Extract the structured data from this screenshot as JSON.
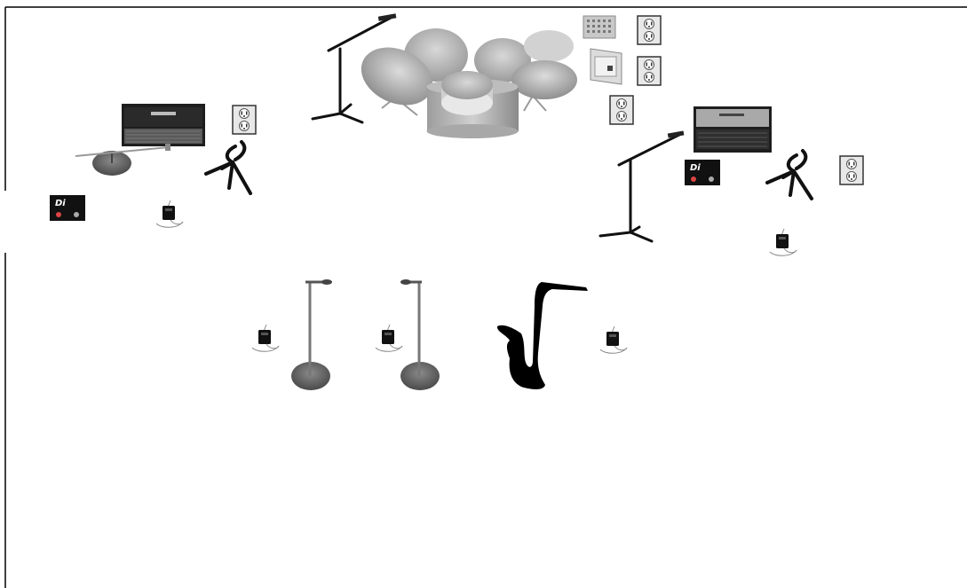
{
  "stage_plot": {
    "background": "#ffffff",
    "di_box_label": "Di",
    "colors": {
      "frame": "#000000",
      "outlet": "#e8e8e8",
      "cymbal": "#b9b9b9",
      "drum": "#c9c9c9",
      "amp": "#1e1e1e",
      "sax": "#000000",
      "stand_base": "#6a6a6a"
    },
    "items": [
      {
        "kind": "drum-kit",
        "icon": "drum-kit-icon"
      },
      {
        "kind": "boom-mic-stand",
        "icon": "boom-mic-stand-icon",
        "count": 2
      },
      {
        "kind": "guitar-amp",
        "icon": "amp-icon",
        "count": 2
      },
      {
        "kind": "di-box",
        "icon": "di-box-icon",
        "count": 2
      },
      {
        "kind": "power-outlet",
        "icon": "outlet-icon",
        "count": 5
      },
      {
        "kind": "guitar-stand",
        "icon": "guitar-stand-icon",
        "count": 2
      },
      {
        "kind": "wireless-bodypack",
        "icon": "bodypack-icon",
        "count": 5
      },
      {
        "kind": "vocal-mic-stand",
        "icon": "vocal-mic-stand-icon",
        "count": 2
      },
      {
        "kind": "saxophone",
        "icon": "saxophone-icon"
      },
      {
        "kind": "keyboard-controller",
        "icon": "keyboard-controller-icon"
      },
      {
        "kind": "laptop",
        "icon": "laptop-icon"
      },
      {
        "kind": "cymbal-stand",
        "icon": "cymbal-stand-icon"
      }
    ]
  }
}
